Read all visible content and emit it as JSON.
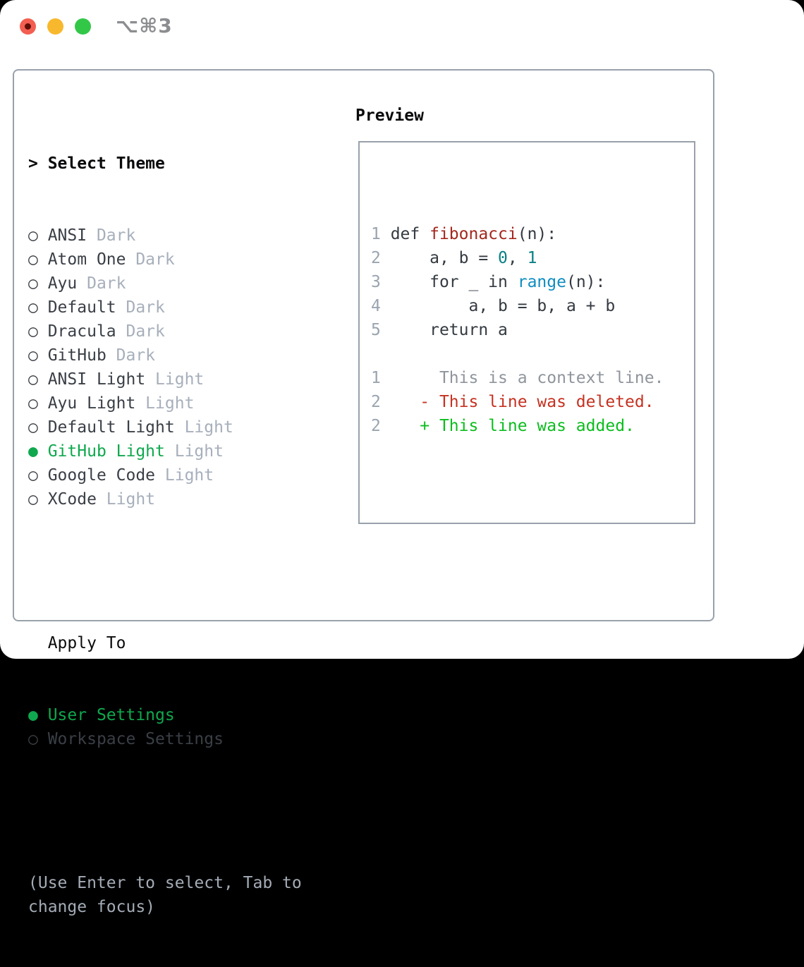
{
  "titlebar": {
    "title": "⌥⌘3"
  },
  "colors": {
    "accent_green": "#0fa84e",
    "added_green": "#0cbd1e",
    "deleted_red": "#c53222",
    "function_red": "#a3271e",
    "number_teal": "#0a7f84",
    "builtin_blue": "#0f8dc0",
    "light_red": "#f35e51",
    "light_yellow": "#f8b82d",
    "light_green": "#33c748"
  },
  "select_theme": {
    "prompt": ">",
    "heading": "Select Theme",
    "themes": [
      {
        "name": "ANSI",
        "variant": "Dark",
        "selected": false
      },
      {
        "name": "Atom One",
        "variant": "Dark",
        "selected": false
      },
      {
        "name": "Ayu",
        "variant": "Dark",
        "selected": false
      },
      {
        "name": "Default",
        "variant": "Dark",
        "selected": false
      },
      {
        "name": "Dracula",
        "variant": "Dark",
        "selected": false
      },
      {
        "name": "GitHub",
        "variant": "Dark",
        "selected": false
      },
      {
        "name": "ANSI Light",
        "variant": "Light",
        "selected": false
      },
      {
        "name": "Ayu Light",
        "variant": "Light",
        "selected": false
      },
      {
        "name": "Default Light",
        "variant": "Light",
        "selected": false
      },
      {
        "name": "GitHub Light",
        "variant": "Light",
        "selected": true
      },
      {
        "name": "Google Code",
        "variant": "Light",
        "selected": false
      },
      {
        "name": "XCode",
        "variant": "Light",
        "selected": false
      }
    ],
    "apply": {
      "heading": "Apply To",
      "options": [
        {
          "name": "User Settings",
          "selected": true
        },
        {
          "name": "Workspace Settings",
          "selected": false
        }
      ]
    },
    "hint": "(Use Enter to select, Tab to change focus)"
  },
  "preview": {
    "heading": "Preview",
    "lines": [
      {
        "num": "1",
        "segments": [
          {
            "text": "def ",
            "type": "kw"
          },
          {
            "text": "fibonacci",
            "type": "fn"
          },
          {
            "text": "(n):",
            "type": "pl"
          }
        ]
      },
      {
        "num": "2",
        "segments": [
          {
            "text": "    a, b = ",
            "type": "pl"
          },
          {
            "text": "0",
            "type": "num"
          },
          {
            "text": ", ",
            "type": "pl"
          },
          {
            "text": "1",
            "type": "num"
          }
        ]
      },
      {
        "num": "3",
        "segments": [
          {
            "text": "    for _ in ",
            "type": "pl"
          },
          {
            "text": "range",
            "type": "bi"
          },
          {
            "text": "(n):",
            "type": "pl"
          }
        ]
      },
      {
        "num": "4",
        "segments": [
          {
            "text": "        a, b = b, a + b",
            "type": "pl"
          }
        ]
      },
      {
        "num": "5",
        "segments": [
          {
            "text": "    return a",
            "type": "pl"
          }
        ]
      },
      {
        "num": "",
        "segments": []
      },
      {
        "num": "1",
        "segments": [
          {
            "text": "     This is a context line.",
            "type": "ctx"
          }
        ]
      },
      {
        "num": "2",
        "segments": [
          {
            "text": "   - This line was deleted.",
            "type": "del"
          }
        ]
      },
      {
        "num": "2",
        "segments": [
          {
            "text": "   + This line was added.",
            "type": "add"
          }
        ]
      }
    ]
  }
}
